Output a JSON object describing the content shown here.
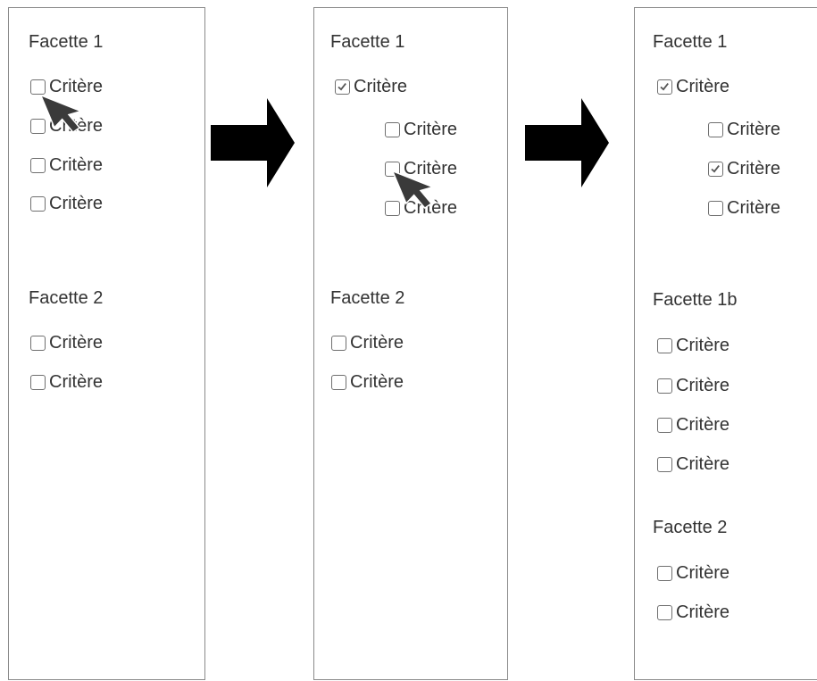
{
  "panels": [
    {
      "facets": [
        {
          "title": "Facette 1",
          "items": [
            {
              "label": "Critère",
              "checked": false
            },
            {
              "label": "Critère",
              "checked": false
            },
            {
              "label": "Critère",
              "checked": false
            },
            {
              "label": "Critère",
              "checked": false
            }
          ]
        },
        {
          "title": "Facette 2",
          "items": [
            {
              "label": "Critère",
              "checked": false
            },
            {
              "label": "Critère",
              "checked": false
            }
          ]
        }
      ]
    },
    {
      "facets": [
        {
          "title": "Facette 1",
          "items": [
            {
              "label": "Critère",
              "checked": true
            },
            {
              "label": "Critère",
              "checked": false,
              "nested": true
            },
            {
              "label": "Critère",
              "checked": false,
              "nested": true
            },
            {
              "label": "Critère",
              "checked": false,
              "nested": true
            }
          ]
        },
        {
          "title": "Facette 2",
          "items": [
            {
              "label": "Critère",
              "checked": false
            },
            {
              "label": "Critère",
              "checked": false
            }
          ]
        }
      ]
    },
    {
      "facets": [
        {
          "title": "Facette 1",
          "items": [
            {
              "label": "Critère",
              "checked": true
            },
            {
              "label": "Critère",
              "checked": false,
              "nested": true
            },
            {
              "label": "Critère",
              "checked": true,
              "nested": true
            },
            {
              "label": "Critère",
              "checked": false,
              "nested": true
            }
          ]
        },
        {
          "title": "Facette 1b",
          "items": [
            {
              "label": "Critère",
              "checked": false
            },
            {
              "label": "Critère",
              "checked": false
            },
            {
              "label": "Critère",
              "checked": false
            },
            {
              "label": "Critère",
              "checked": false
            }
          ]
        },
        {
          "title": "Facette 2",
          "items": [
            {
              "label": "Critère",
              "checked": false
            },
            {
              "label": "Critère",
              "checked": false
            }
          ]
        }
      ]
    }
  ],
  "colors": {
    "border": "#8a8a8a",
    "text": "#333333",
    "arrow": "#000000",
    "checkbox": "#6f6f6f"
  },
  "icons": {
    "arrow": "right-arrow-icon",
    "cursor": "mouse-pointer-icon",
    "check": "checkmark-icon"
  }
}
